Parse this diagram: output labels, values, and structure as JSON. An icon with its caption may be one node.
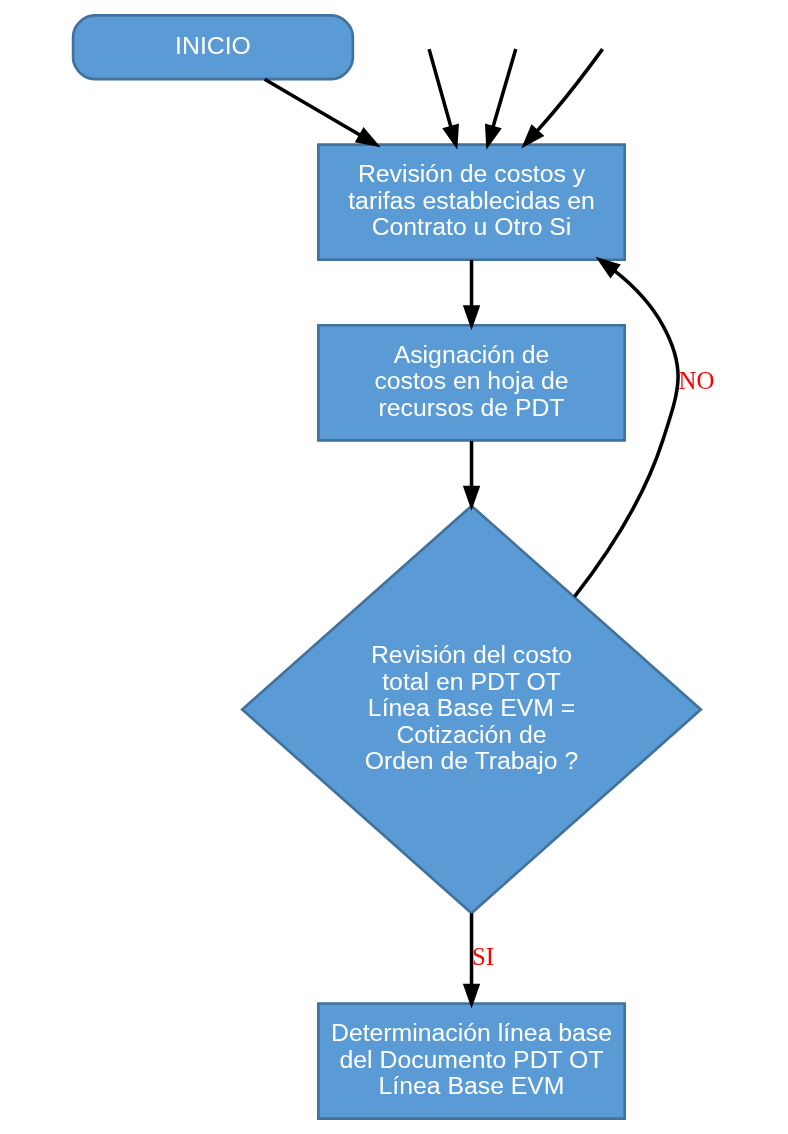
{
  "diagram": {
    "nodes": [
      {
        "text": [
          "INICIO"
        ]
      },
      {
        "text": [
          "Revisión de costos y tarifas establecidas en Contrato u Otro Si"
        ]
      },
      {
        "text": [
          "Asignación de costos en hoja de recursos de PDT"
        ]
      },
      {
        "text": [
          "Revisión del costo total en PDT OT Línea Base EVM = Cotización de Orden de Trabajo ?"
        ]
      },
      {
        "text": [
          "Determinación línea base del Documento PDT OT Línea Base EVM"
        ]
      }
    ],
    "edges": [
      {
        "from": 0,
        "to": 1,
        "arrow": "to"
      },
      {
        "from": 1,
        "to": 2,
        "arrow": "to"
      },
      {
        "from": 2,
        "to": 3,
        "arrow": "to"
      },
      {
        "from": 3,
        "to": 1,
        "arrow": "to",
        "label": "NO"
      },
      {
        "from": 3,
        "to": 4,
        "arrow": "to",
        "label": "SI"
      },
      {
        "from": null,
        "to": 1,
        "arrow": "to"
      },
      {
        "from": null,
        "to": 1,
        "arrow": "to"
      },
      {
        "from": null,
        "to": 1,
        "arrow": "to"
      }
    ]
  }
}
